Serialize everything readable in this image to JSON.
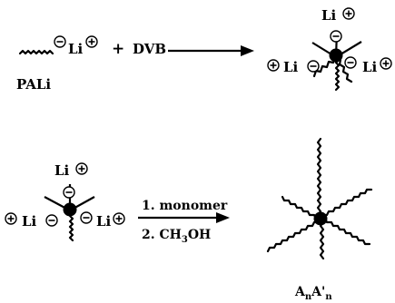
{
  "reagents": {
    "chain_counterion": "Li",
    "plus": "+",
    "crosslinker": "DVB",
    "initiator": "PALi"
  },
  "intermediate": {
    "counterion": "Li"
  },
  "conditions": {
    "step1": "1. monomer",
    "step2_prefix": "2. CH",
    "step2_sub1": "3",
    "step2_mid": "OH"
  },
  "product": {
    "A": "A",
    "n": "n",
    "A_prime": "A'",
    "n2": "n"
  }
}
